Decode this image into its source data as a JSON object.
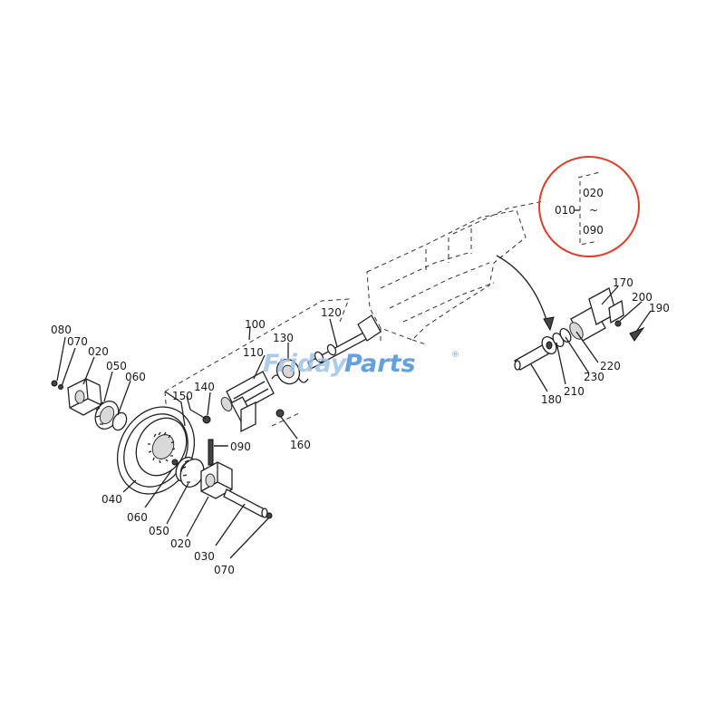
{
  "watermark": {
    "word1": "Friday",
    "word2": "Parts",
    "reg": "®"
  },
  "callout": {
    "ring_color": "#d9412d",
    "ref": "010",
    "range_start": "020",
    "range_tilde": "~",
    "range_end": "090"
  },
  "labels": {
    "l080": "080",
    "l070a": "070",
    "l020a": "020",
    "l050a": "050",
    "l060a": "060",
    "l040": "040",
    "l060b": "060",
    "l050b": "050",
    "l020b": "020",
    "l030": "030",
    "l070b": "070",
    "l090": "090",
    "l100": "100",
    "l110": "110",
    "l120": "120",
    "l130": "130",
    "l140": "140",
    "l150": "150",
    "l160": "160",
    "l170": "170",
    "l180": "180",
    "l190": "190",
    "l200": "200",
    "l210": "210",
    "l220": "220",
    "l230": "230"
  },
  "colors": {
    "watermark_word1": "#9fc3e8",
    "watermark_word2": "#4a90d9",
    "ink": "#222222"
  }
}
